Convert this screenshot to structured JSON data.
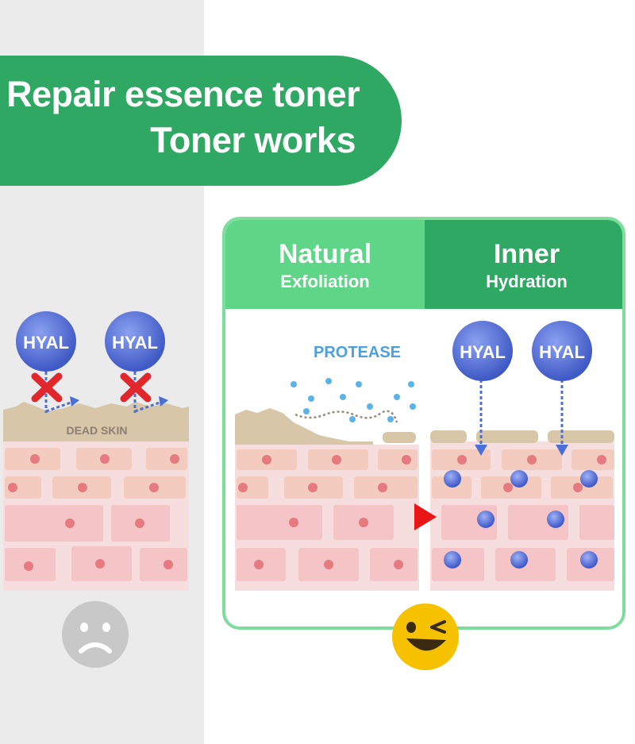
{
  "banner": {
    "line1": "Repair essence toner",
    "line2": "Toner works",
    "color": "#2ea862"
  },
  "left_diagram": {
    "hyal_labels": [
      "HYAL",
      "HYAL"
    ],
    "dead_skin_label": "DEAD SKIN",
    "blocked_icon": "red-x-icon",
    "mood_icon": "sad-face-icon"
  },
  "panel": {
    "left_header": {
      "title": "Natural",
      "subtitle": "Exfoliation"
    },
    "right_header": {
      "title": "Inner",
      "subtitle": "Hydration"
    },
    "protease_label": "PROTEASE",
    "hyal_labels": [
      "HYAL",
      "HYAL"
    ],
    "mood_icon": "winking-face-icon",
    "border_color": "#7dde9c"
  }
}
